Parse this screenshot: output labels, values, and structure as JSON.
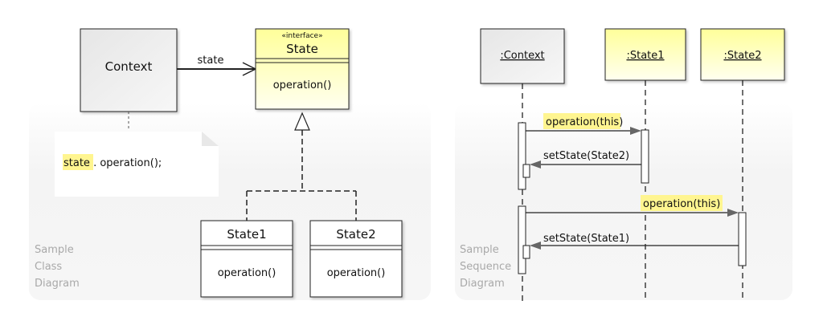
{
  "class_diagram": {
    "caption": [
      "Sample",
      "Class",
      "Diagram"
    ],
    "context": {
      "name": "Context"
    },
    "association_label": "state",
    "state_interface": {
      "stereotype": "«interface»",
      "name": "State",
      "operation": "operation()"
    },
    "note": {
      "code_highlight": "state",
      "code_rest": " . operation();"
    },
    "state1": {
      "name": "State1",
      "operation": "operation()"
    },
    "state2": {
      "name": "State2",
      "operation": "operation()"
    }
  },
  "sequence_diagram": {
    "caption": [
      "Sample",
      "Sequence",
      "Diagram"
    ],
    "lifelines": {
      "context": ":Context",
      "state1": ":State1",
      "state2": ":State2"
    },
    "messages": {
      "m1": "operation(this)",
      "m2": "setState(State2)",
      "m3": "operation(this)",
      "m4": "setState(State1)"
    }
  },
  "colors": {
    "context_fill": "#eeeeee",
    "state_fill": "#ffffd0",
    "highlight": "#fff590",
    "panel_bg": "#f4f4f4"
  }
}
